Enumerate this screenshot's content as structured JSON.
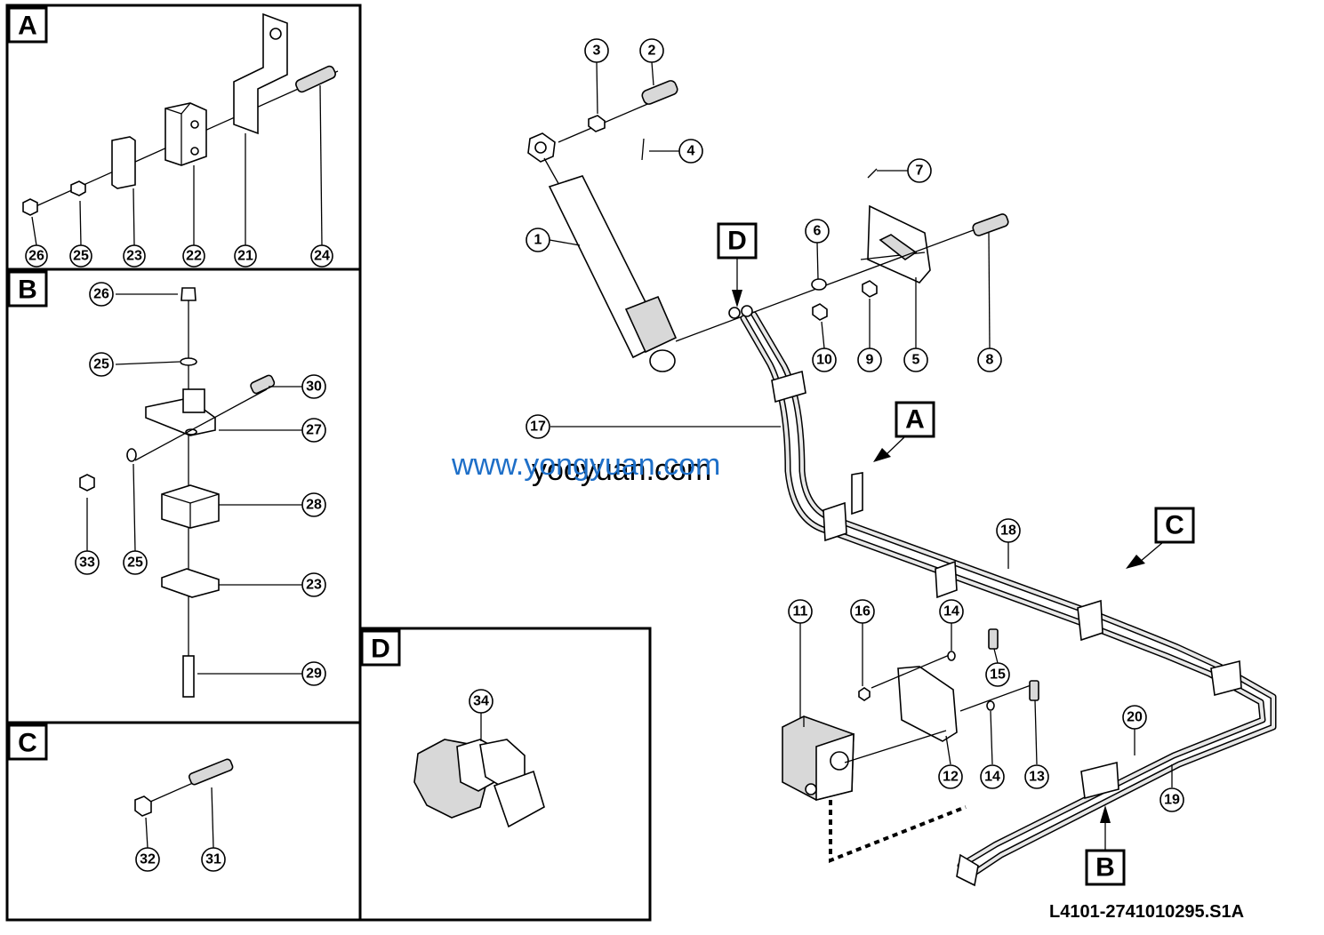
{
  "drawing_code": "L4101-2741010295.S1A",
  "watermark_text": "www.yongyuan.com",
  "watermark_shadow_text": "yooyuan.com",
  "watermark_color": "#1e6fc8",
  "sections": {
    "A": "A",
    "B": "B",
    "C": "C",
    "D": "D"
  },
  "callouts": {
    "p1": "1",
    "p2": "2",
    "p3": "3",
    "p4": "4",
    "p5": "5",
    "p6": "6",
    "p7": "7",
    "p8": "8",
    "p9": "9",
    "p10": "10",
    "p11": "11",
    "p12": "12",
    "p13": "13",
    "p14a": "14",
    "p14b": "14",
    "p15": "15",
    "p16": "16",
    "p17": "17",
    "p18": "18",
    "p19": "19",
    "p20": "20",
    "a21": "21",
    "a22": "22",
    "a23": "23",
    "a24": "24",
    "a25": "25",
    "a26": "26",
    "b23": "23",
    "b25a": "25",
    "b25b": "25",
    "b26": "26",
    "b27": "27",
    "b28": "28",
    "b29": "29",
    "b30": "30",
    "b33": "33",
    "c31": "31",
    "c32": "32",
    "d34": "34"
  }
}
